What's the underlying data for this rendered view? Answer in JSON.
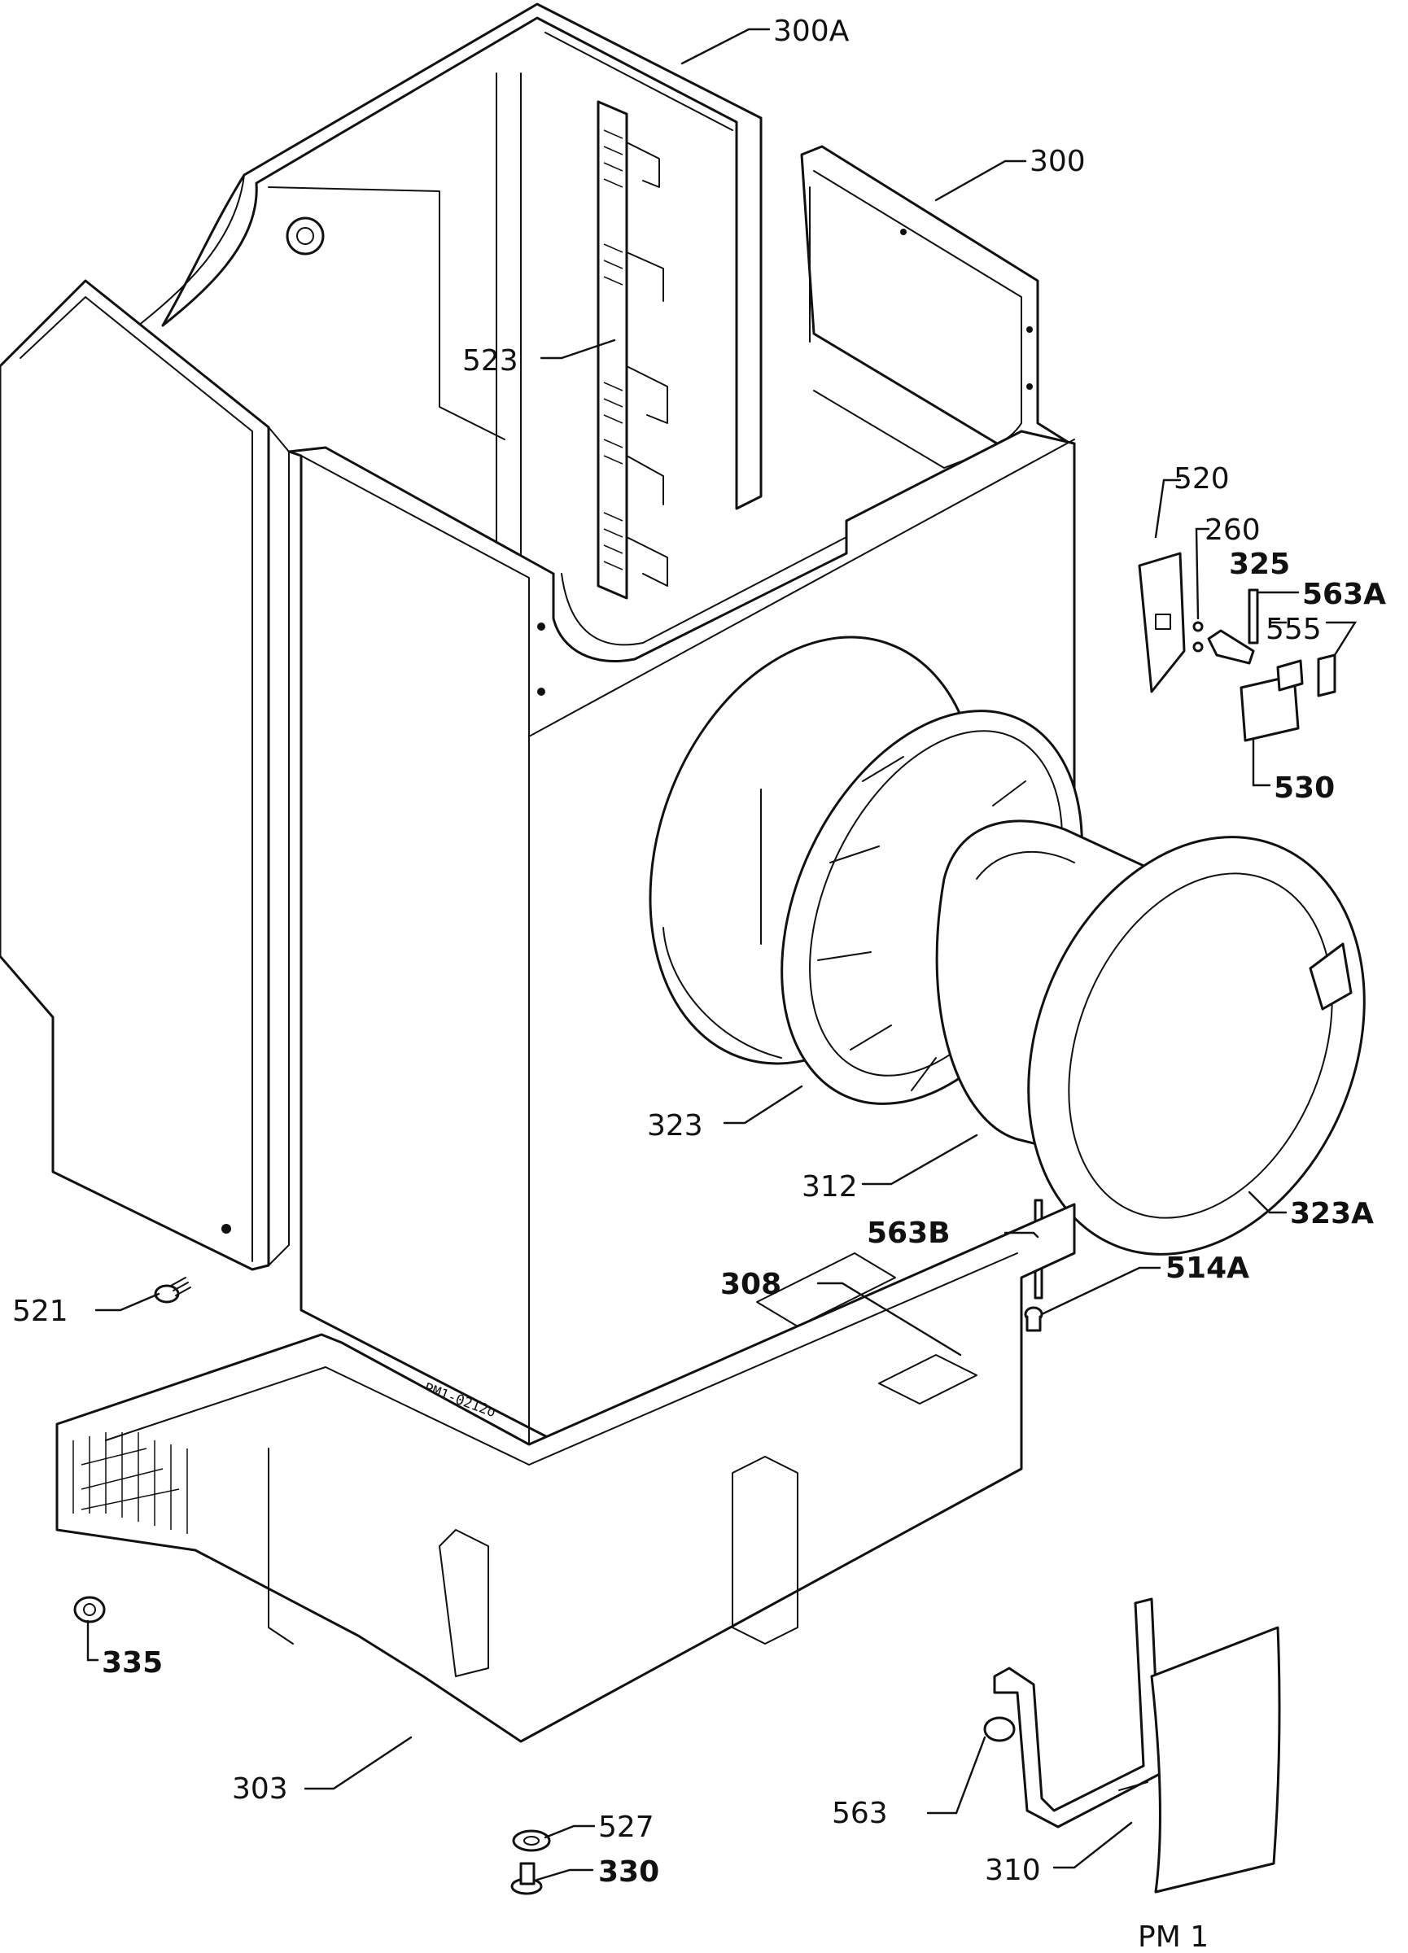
{
  "drawing": {
    "ref": "PM 1",
    "stamp": "PM1-0212o"
  },
  "labels": {
    "p300A": "300A",
    "p300": "300",
    "p523": "523",
    "p520": "520",
    "p260": "260",
    "p325": "325",
    "p563A": "563A",
    "p555": "555",
    "p530": "530",
    "p323": "323",
    "p312": "312",
    "p323A": "323A",
    "p563B": "563B",
    "p308": "308",
    "p514A": "514A",
    "p521": "521",
    "p335": "335",
    "p303": "303",
    "p527": "527",
    "p330": "330",
    "p563": "563",
    "p310": "310"
  }
}
